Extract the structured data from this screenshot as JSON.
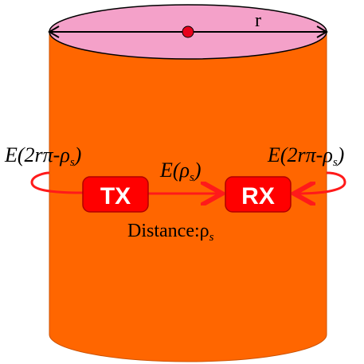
{
  "diagram": {
    "radius_label": "r",
    "tx_label": "TX",
    "rx_label": "RX",
    "left_loop_label": {
      "main": "E(2rπ-ρ",
      "sub": "s",
      "close": ")"
    },
    "right_loop_label": {
      "main": "E(2rπ-ρ",
      "sub": "s",
      "close": ")"
    },
    "direct_label": {
      "main": "E(ρ",
      "sub": "s",
      "close": ")"
    },
    "distance_label": {
      "main": "Distance:ρ",
      "sub": "s"
    }
  },
  "colors": {
    "cylinder_body": "#FF6600",
    "cylinder_top": "#F4A1C9",
    "node_fill": "#FF0000",
    "arrow": "#FF1A1A",
    "center_dot": "#E8001C"
  }
}
